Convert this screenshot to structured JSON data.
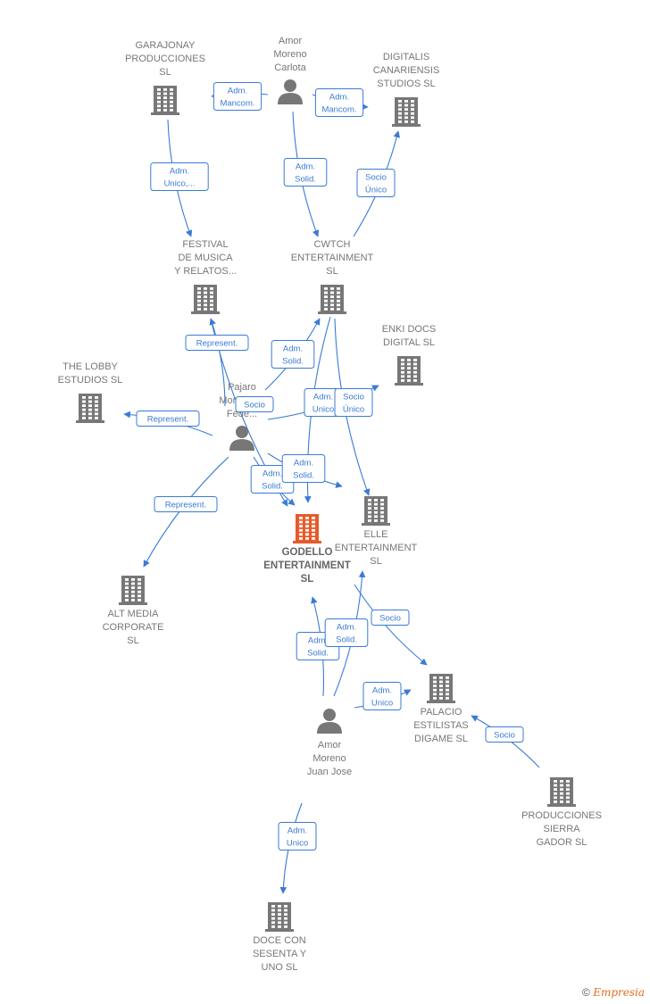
{
  "colors": {
    "edge": "#3a7bd5",
    "building": "#777777",
    "focus": "#e85a2a",
    "person": "#777777"
  },
  "nodes": [
    {
      "id": "garajonay",
      "kind": "company",
      "lines": [
        "GARAJONAY",
        "PRODUCCIONES",
        "SL"
      ]
    },
    {
      "id": "amor_carlota",
      "kind": "person",
      "lines": [
        "Amor",
        "Moreno",
        "Carlota"
      ]
    },
    {
      "id": "digitalis",
      "kind": "company",
      "lines": [
        "DIGITALIS",
        "CANARIENSIS",
        "STUDIOS  SL"
      ]
    },
    {
      "id": "festival",
      "kind": "company",
      "lines": [
        "FESTIVAL",
        "DE MUSICA",
        "Y RELATOS..."
      ]
    },
    {
      "id": "cwtch",
      "kind": "company",
      "lines": [
        "CWTCH",
        "ENTERTAINMENT",
        "SL"
      ]
    },
    {
      "id": "enki",
      "kind": "company",
      "lines": [
        "ENKI DOCS",
        "DIGITAL  SL"
      ]
    },
    {
      "id": "lobby",
      "kind": "company",
      "lines": [
        "THE LOBBY",
        "ESTUDIOS SL"
      ]
    },
    {
      "id": "pajaro",
      "kind": "person",
      "lines": [
        "Pajaro",
        "Montalban",
        "Fede..."
      ]
    },
    {
      "id": "godello",
      "kind": "focus",
      "lines": [
        "GODELLO",
        "ENTERTAINMENT",
        "SL"
      ]
    },
    {
      "id": "elle",
      "kind": "company",
      "lines": [
        "ELLE",
        "ENTERTAINMENT",
        "SL"
      ]
    },
    {
      "id": "altmedia",
      "kind": "company",
      "lines": [
        "ALT MEDIA",
        "CORPORATE",
        "SL"
      ]
    },
    {
      "id": "amor_juan",
      "kind": "person",
      "lines": [
        "Amor",
        "Moreno",
        "Juan Jose"
      ]
    },
    {
      "id": "palacio",
      "kind": "company",
      "lines": [
        "PALACIO",
        "ESTILISTAS",
        "DIGAME  SL"
      ]
    },
    {
      "id": "sierra",
      "kind": "company",
      "lines": [
        "PRODUCCIONES",
        "SIERRA",
        "GADOR  SL"
      ]
    },
    {
      "id": "doce",
      "kind": "company",
      "lines": [
        "DOCE CON",
        "SESENTA Y",
        "UNO  SL"
      ]
    }
  ],
  "edges": [
    {
      "from": "amor_carlota",
      "to": "garajonay",
      "label": [
        "Adm.",
        "Mancom."
      ]
    },
    {
      "from": "amor_carlota",
      "to": "digitalis",
      "label": [
        "Adm.",
        "Mancom."
      ]
    },
    {
      "from": "garajonay",
      "to": "festival",
      "label": [
        "Adm.",
        "Unico,..."
      ]
    },
    {
      "from": "amor_carlota",
      "to": "cwtch",
      "label": [
        "Adm.",
        "Solid."
      ]
    },
    {
      "from": "cwtch",
      "to": "digitalis",
      "label": [
        "Socio",
        "Único"
      ]
    },
    {
      "from": "pajaro",
      "to": "festival",
      "label": [
        "Represent."
      ]
    },
    {
      "from": "pajaro",
      "to": "cwtch",
      "label": [
        "Adm.",
        "Solid."
      ]
    },
    {
      "from": "pajaro",
      "to": "lobby",
      "label": [
        "Represent."
      ]
    },
    {
      "from": "pajaro",
      "to": "enki",
      "label": [
        "Socio",
        "Único"
      ]
    },
    {
      "from": "festival",
      "to": "godello",
      "label": [
        "Socio"
      ]
    },
    {
      "from": "cwtch",
      "to": "godello",
      "label": [
        "Adm.",
        "Unico"
      ]
    },
    {
      "from": "cwtch",
      "to": "elle",
      "label": [
        "Socio",
        "Único"
      ]
    },
    {
      "from": "pajaro",
      "to": "godello",
      "label": [
        "Adm.",
        "Solid."
      ]
    },
    {
      "from": "pajaro",
      "to": "elle",
      "label": [
        "Adm.",
        "Solid."
      ]
    },
    {
      "from": "pajaro",
      "to": "altmedia",
      "label": [
        "Represent."
      ]
    },
    {
      "from": "amor_juan",
      "to": "godello",
      "label": [
        "Adm.",
        "Solid."
      ]
    },
    {
      "from": "amor_juan",
      "to": "elle",
      "label": [
        "Adm.",
        "Solid."
      ]
    },
    {
      "from": "elle",
      "to": "palacio",
      "label": [
        "Socio"
      ]
    },
    {
      "from": "amor_juan",
      "to": "palacio",
      "label": [
        "Adm.",
        "Unico"
      ]
    },
    {
      "from": "sierra",
      "to": "palacio",
      "label": [
        "Socio"
      ]
    },
    {
      "from": "amor_juan",
      "to": "doce",
      "label": [
        "Adm.",
        "Unico"
      ]
    }
  ],
  "footer": {
    "copyright": "©",
    "brand": "Empresia"
  }
}
